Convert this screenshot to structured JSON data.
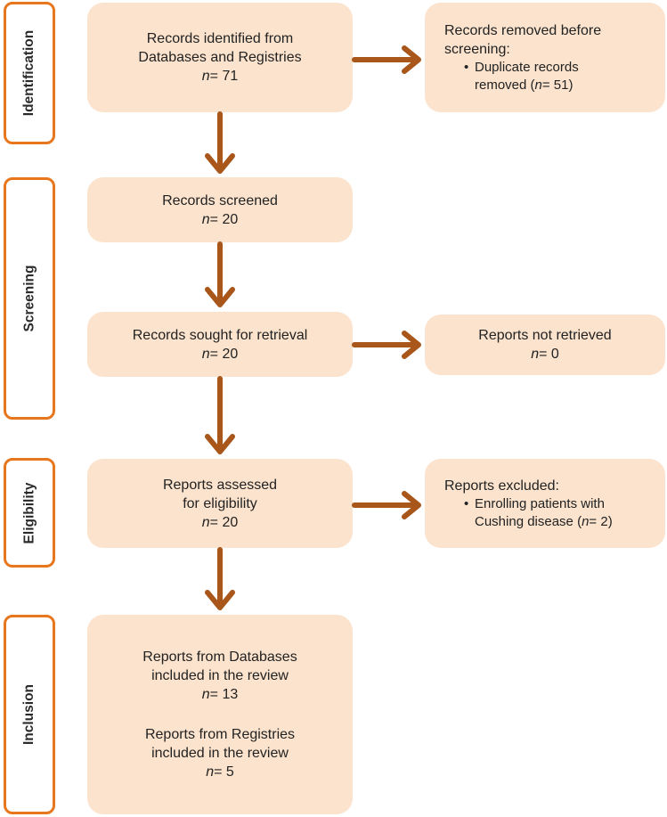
{
  "colors": {
    "stage_border": "#e8761c",
    "box_fill": "#fbe3cd",
    "arrow": "#a8561a"
  },
  "stages": {
    "identification": "Identification",
    "screening": "Screening",
    "eligibility": "Eligibility",
    "inclusion": "Inclusion"
  },
  "n_prefix": "n",
  "identified": {
    "line1": "Records identified from",
    "line2": "Databases and Registries",
    "n": "= 71"
  },
  "removed": {
    "title1": "Records removed before",
    "title2": "screening:",
    "bullet_line1": "Duplicate records",
    "bullet_line2_pre": "removed (",
    "bullet_n": "= 51)"
  },
  "screened": {
    "line1": "Records screened",
    "n": "= 20"
  },
  "sought": {
    "line1": "Records sought for retrieval",
    "n": "= 20"
  },
  "not_retrieved": {
    "line1": "Reports not retrieved",
    "n": "= 0"
  },
  "assessed": {
    "line1": "Reports assessed",
    "line2": "for eligibility",
    "n": "= 20"
  },
  "excluded": {
    "title": "Reports excluded:",
    "bullet_line1": "Enrolling patients with",
    "bullet_line2_pre": "Cushing disease (",
    "bullet_n": "= 2)"
  },
  "included": {
    "db_line1": "Reports from Databases",
    "db_line2": "included in the review",
    "db_n": "= 13",
    "reg_line1": "Reports from Registries",
    "reg_line2": "included in the review",
    "reg_n": "= 5"
  }
}
